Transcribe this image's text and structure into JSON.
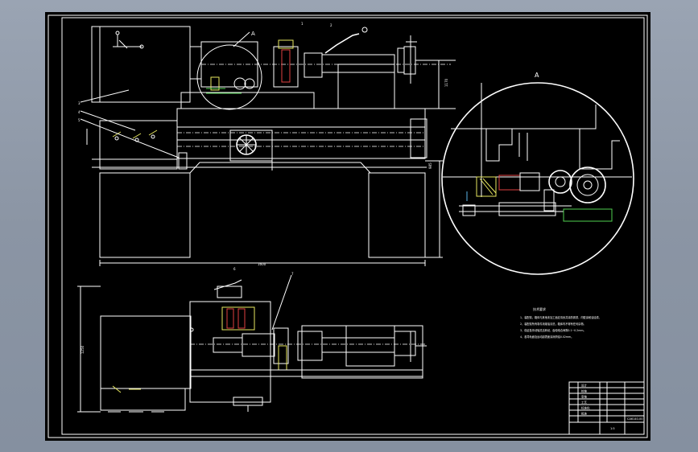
{
  "drawing": {
    "view_labels": {
      "detail_marker": "A",
      "detail_title": "A"
    },
    "notes": {
      "title": "技术要求",
      "lines": [
        "1、装配前，箱体与其他未加工面应清砂并涂防锈漆，内壁涂耐油油漆。",
        "2、装配前所有零件用煤油清洗，箱体内不得有任何杂物。",
        "3、保证各传动轴灵活转动，齿轮啮合间隙0.1~0.2mm。",
        "4、各导轨面及运动副表面涂润滑油0.02mm。"
      ]
    },
    "title_block": {
      "rows": [
        "设计",
        "校核",
        "审核",
        "工艺",
        "标准化",
        "批准"
      ],
      "drawing_no": "CA6140-00",
      "scale": "1:5"
    },
    "part_balloons": [
      "1",
      "2",
      "3",
      "4",
      "5",
      "6",
      "7"
    ],
    "dimensions": [
      "1600",
      "1170",
      "985",
      "1250"
    ]
  }
}
